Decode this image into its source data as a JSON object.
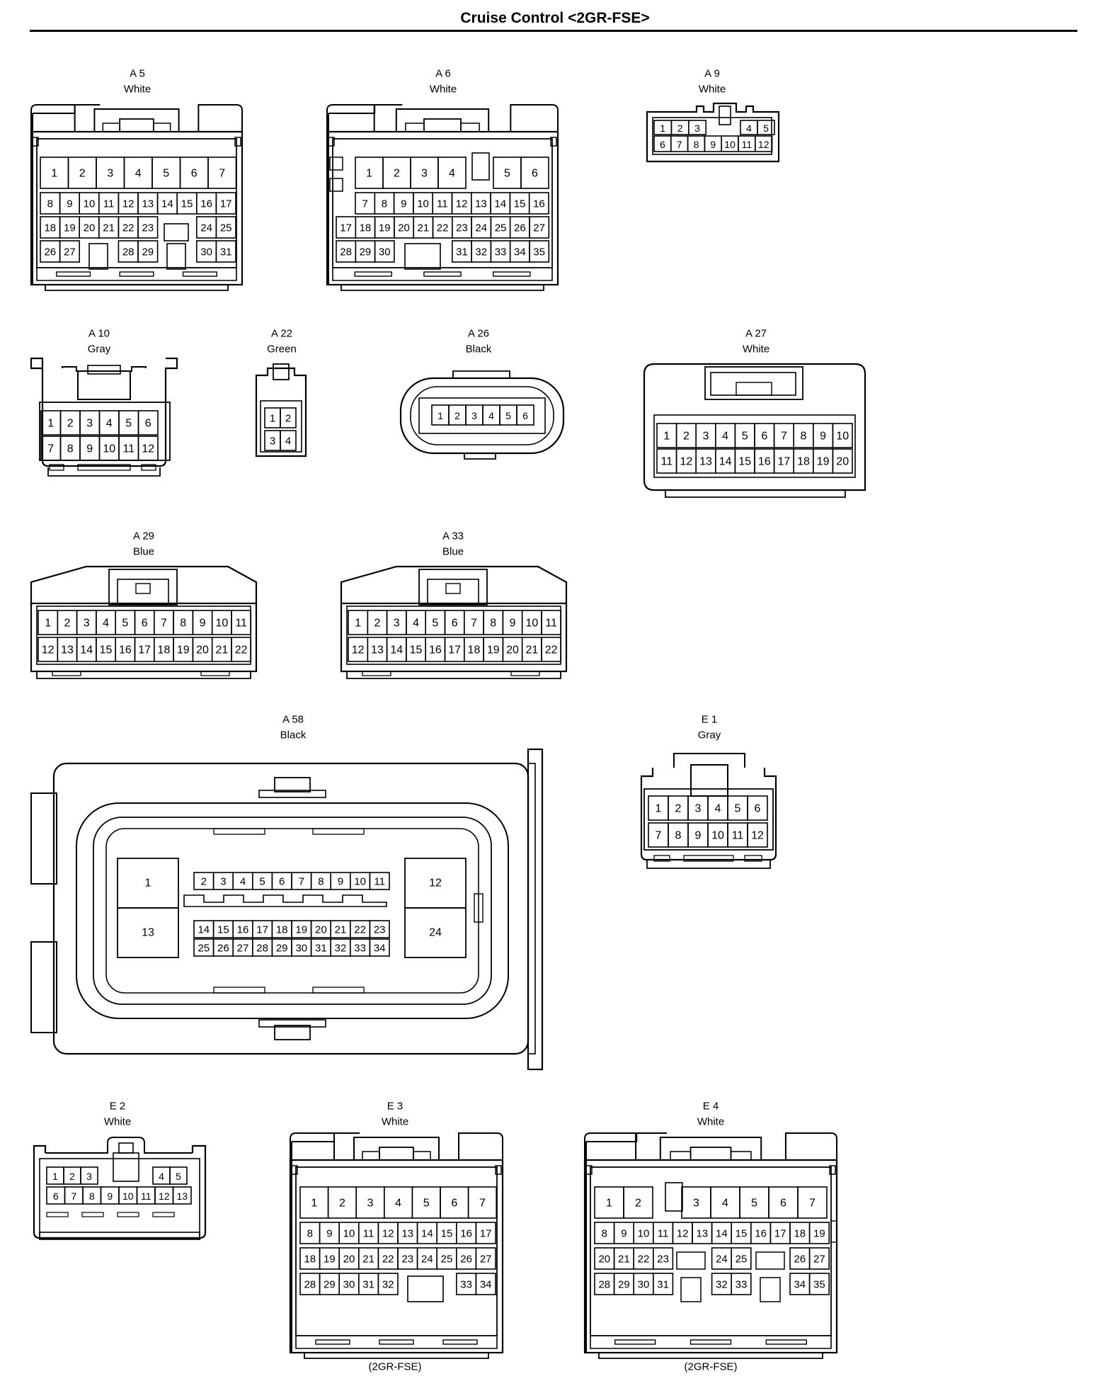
{
  "title": "Cruise Control <2GR-FSE>",
  "connectors": [
    {
      "id": "A5",
      "name": "A 5",
      "color": "White",
      "note": ""
    },
    {
      "id": "A6",
      "name": "A 6",
      "color": "White",
      "note": ""
    },
    {
      "id": "A9",
      "name": "A 9",
      "color": "White",
      "note": ""
    },
    {
      "id": "A10",
      "name": "A 10",
      "color": "Gray",
      "note": ""
    },
    {
      "id": "A22",
      "name": "A 22",
      "color": "Green",
      "note": ""
    },
    {
      "id": "A26",
      "name": "A 26",
      "color": "Black",
      "note": ""
    },
    {
      "id": "A27",
      "name": "A 27",
      "color": "White",
      "note": ""
    },
    {
      "id": "A29",
      "name": "A 29",
      "color": "Blue",
      "note": ""
    },
    {
      "id": "A33",
      "name": "A 33",
      "color": "Blue",
      "note": ""
    },
    {
      "id": "A58",
      "name": "A 58",
      "color": "Black",
      "note": ""
    },
    {
      "id": "E1",
      "name": "E 1",
      "color": "Gray",
      "note": ""
    },
    {
      "id": "E2",
      "name": "E 2",
      "color": "White",
      "note": ""
    },
    {
      "id": "E3",
      "name": "E 3",
      "color": "White",
      "note": "(2GR-FSE)"
    },
    {
      "id": "E4",
      "name": "E 4",
      "color": "White",
      "note": "(2GR-FSE)"
    }
  ]
}
